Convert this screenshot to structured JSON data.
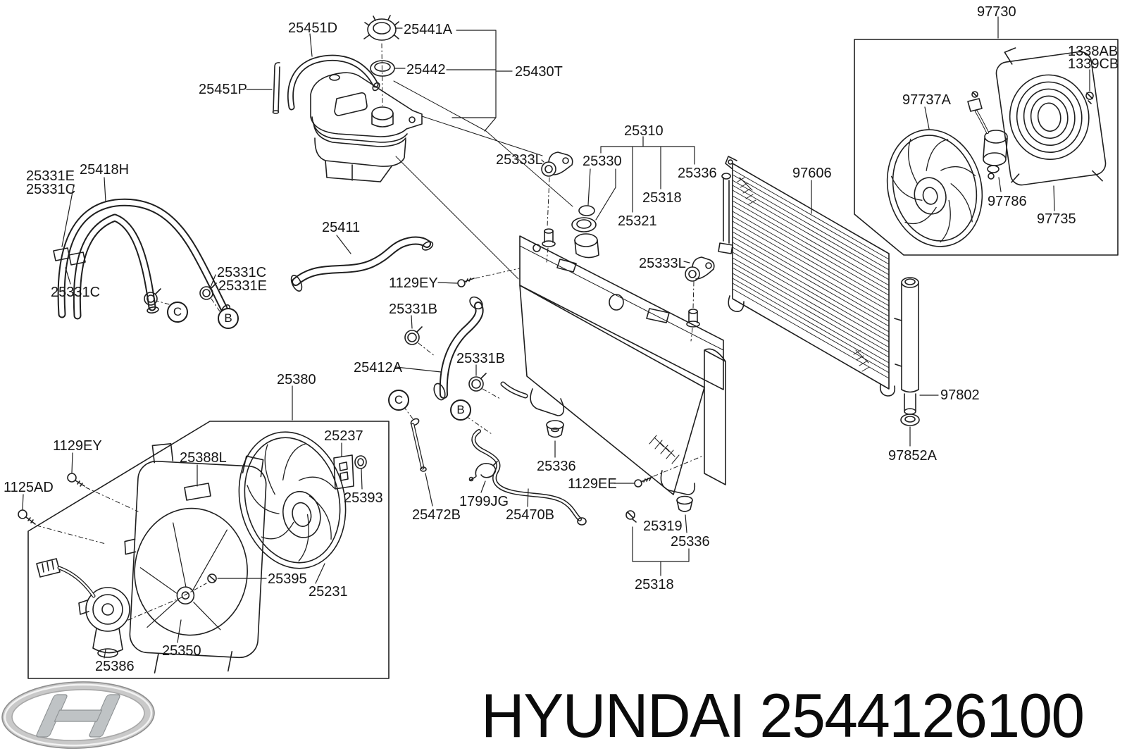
{
  "footer": {
    "brand": "HYUNDAI",
    "part_number": "2544126100"
  },
  "badges": {
    "c": "C",
    "b": "B"
  },
  "labels": {
    "p25451d": "25451D",
    "p25441a": "25441A",
    "p25442": "25442",
    "p25430t": "25430T",
    "p25451p": "25451P",
    "p25331e_a": "25331E",
    "p25331c_a": "25331C",
    "p25418h": "25418H",
    "p25331c_b": "25331C",
    "p25331c_c": "25331C",
    "p25331e_c": "25331E",
    "p25411": "25411",
    "p1129ey_a": "1129EY",
    "p25331b_a": "25331B",
    "p25412a": "25412A",
    "p25331b_b": "25331B",
    "p25310": "25310",
    "p25333l_a": "25333L",
    "p25330": "25330",
    "p25336_a": "25336",
    "p25318_a": "25318",
    "p25321": "25321",
    "p25333l_b": "25333L",
    "p25336_b": "25336",
    "p1129ee": "1129EE",
    "p1799jg": "1799JG",
    "p25472b": "25472B",
    "p25470b": "25470B",
    "p25319": "25319",
    "p25336_c": "25336",
    "p25318_b": "25318",
    "p25380": "25380",
    "p1129ey_b": "1129EY",
    "p1125ad": "1125AD",
    "p25388l": "25388L",
    "p25237": "25237",
    "p25393": "25393",
    "p25395": "25395",
    "p25231": "25231",
    "p25350": "25350",
    "p25386": "25386",
    "p97730": "97730",
    "p1338ab": "1338AB",
    "p1339cb": "1339CB",
    "p97737a": "97737A",
    "p97786": "97786",
    "p97735": "97735",
    "p97606": "97606",
    "p97802": "97802",
    "p97852a": "97852A"
  },
  "colors": {
    "line": "#1f1f1f",
    "background": "#ffffff",
    "logo_silver": "#c9c9c9"
  }
}
